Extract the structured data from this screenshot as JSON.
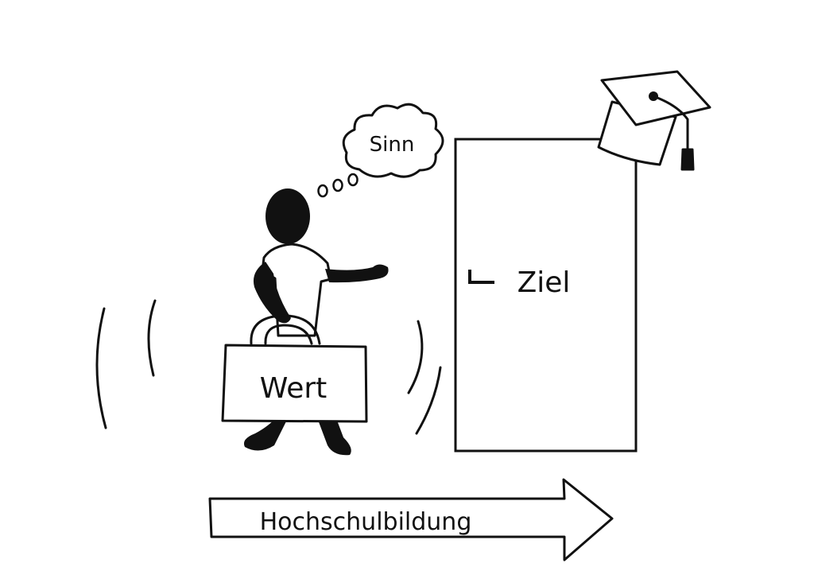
{
  "labels": {
    "thought": "Sinn",
    "goal": "Ziel",
    "bag": "Wert",
    "arrow": "Hochschulbildung"
  },
  "colors": {
    "ink": "#111111",
    "paper": "#ffffff"
  },
  "icons": {
    "person": "stick-figure-icon",
    "cap": "graduation-cap-icon",
    "door_handle": "door-handle-icon"
  }
}
